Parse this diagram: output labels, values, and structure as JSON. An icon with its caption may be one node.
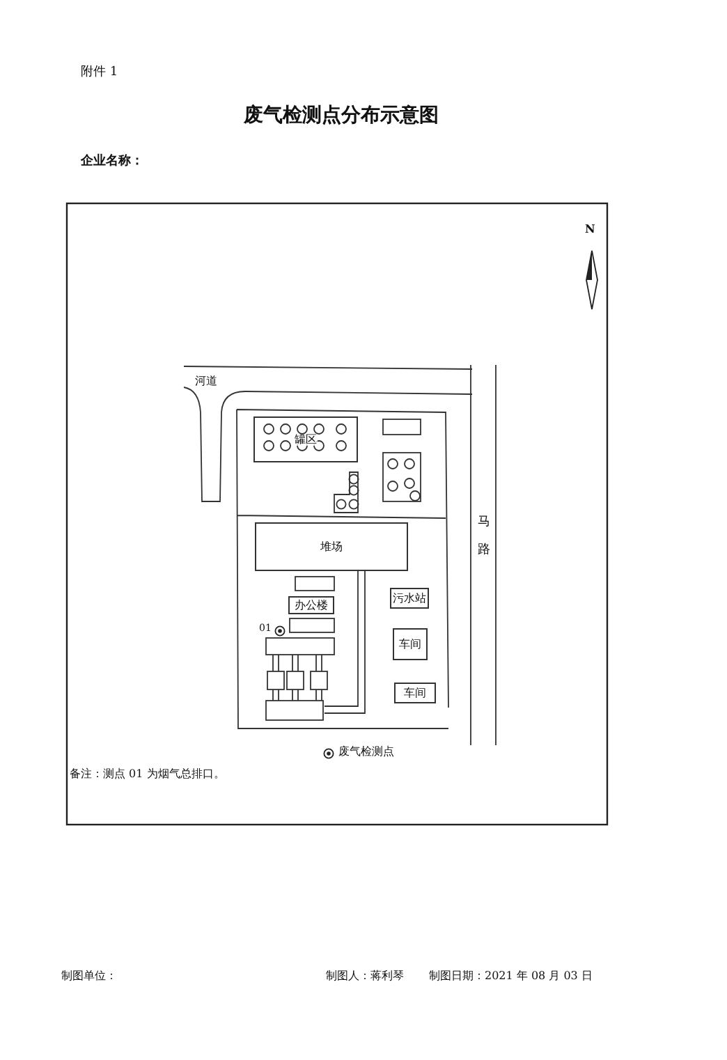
{
  "diagram": {
    "title": "废气检测点分布示意图",
    "nodes": [
      {
        "text": [
          "罐区"
        ]
      },
      {
        "text": [
          "堆场"
        ]
      },
      {
        "text": [
          "办公楼"
        ]
      },
      {
        "text": [
          "污水站"
        ]
      },
      {
        "text": [
          "车间"
        ]
      },
      {
        "text": [
          "车间"
        ]
      }
    ],
    "labels": [
      "附件 1",
      "企业名称：",
      "N",
      "河道",
      "马路",
      "01",
      "备注：测点 01 为烟气总排口。",
      "制图单位：",
      "制图人：蒋利琴",
      "制图日期：2021 年 08 月 03 日"
    ],
    "legend": [
      {
        "text": "废气检测点"
      }
    ]
  }
}
